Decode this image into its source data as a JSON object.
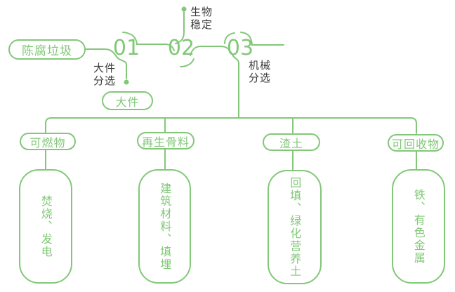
{
  "colors": {
    "green": "#82C878",
    "dark_text": "#3B3B3B",
    "background": "#FFFFFF"
  },
  "flow": {
    "source": "陈腐垃圾",
    "steps": [
      {
        "number": "01",
        "label": "大件\n分选"
      },
      {
        "number": "02",
        "label": "生物\n稳定"
      },
      {
        "number": "03",
        "label": "机械\n分选"
      }
    ],
    "bulky_output": "大件"
  },
  "branches": [
    {
      "category": "可燃物",
      "outputs": "焚烧、发电"
    },
    {
      "category": "再生骨料",
      "outputs": "建筑材料、填埋"
    },
    {
      "category": "渣土",
      "outputs": "回填、绿化营养土"
    },
    {
      "category": "可回收物",
      "outputs": "铁、有色金属"
    }
  ]
}
